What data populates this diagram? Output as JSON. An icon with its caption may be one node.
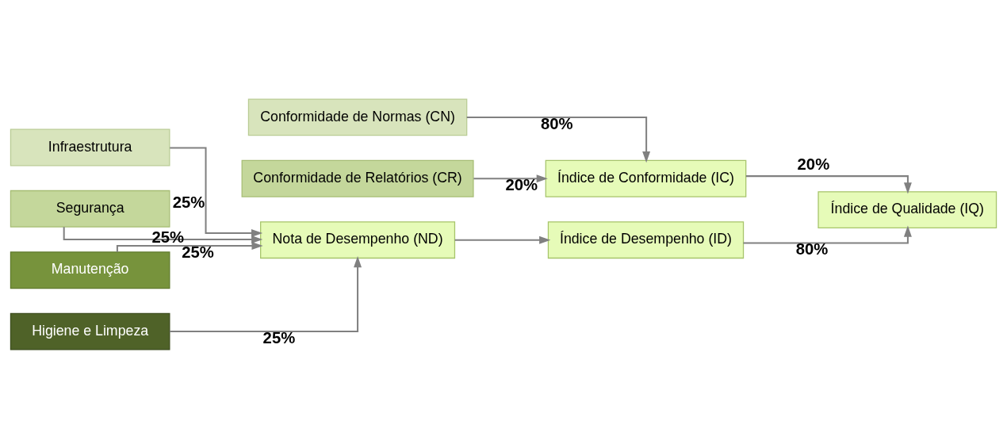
{
  "diagram": {
    "nodes": [
      {
        "text": [
          "Conformidade de Normas (CN)"
        ]
      },
      {
        "text": [
          "Conformidade de Relatórios (CR)"
        ]
      },
      {
        "text": [
          "Infraestrutura"
        ]
      },
      {
        "text": [
          "Segurança"
        ]
      },
      {
        "text": [
          "Manutenção"
        ]
      },
      {
        "text": [
          "Higiene e Limpeza"
        ]
      },
      {
        "text": [
          "Nota de Desempenho (ND)"
        ]
      },
      {
        "text": [
          "Índice de Conformidade (IC)"
        ]
      },
      {
        "text": [
          "Índice de Desempenho (ID)"
        ]
      },
      {
        "text": [
          "Índice de Qualidade (IQ)"
        ]
      }
    ],
    "edges": [
      {
        "from": 0,
        "to": 7,
        "arrow": "to",
        "label": "80%"
      },
      {
        "from": 1,
        "to": 7,
        "arrow": "to",
        "label": "20%"
      },
      {
        "from": 2,
        "to": 6,
        "arrow": "to",
        "label": "25%"
      },
      {
        "from": 3,
        "to": 6,
        "arrow": "to",
        "label": "25%"
      },
      {
        "from": 4,
        "to": 6,
        "arrow": "to",
        "label": "25%"
      },
      {
        "from": 5,
        "to": 6,
        "arrow": "to",
        "label": "25%"
      },
      {
        "from": 6,
        "to": 8,
        "arrow": "to"
      },
      {
        "from": 7,
        "to": 9,
        "arrow": "to",
        "label": "20%"
      },
      {
        "from": 8,
        "to": 9,
        "arrow": "to",
        "label": "80%"
      }
    ]
  }
}
